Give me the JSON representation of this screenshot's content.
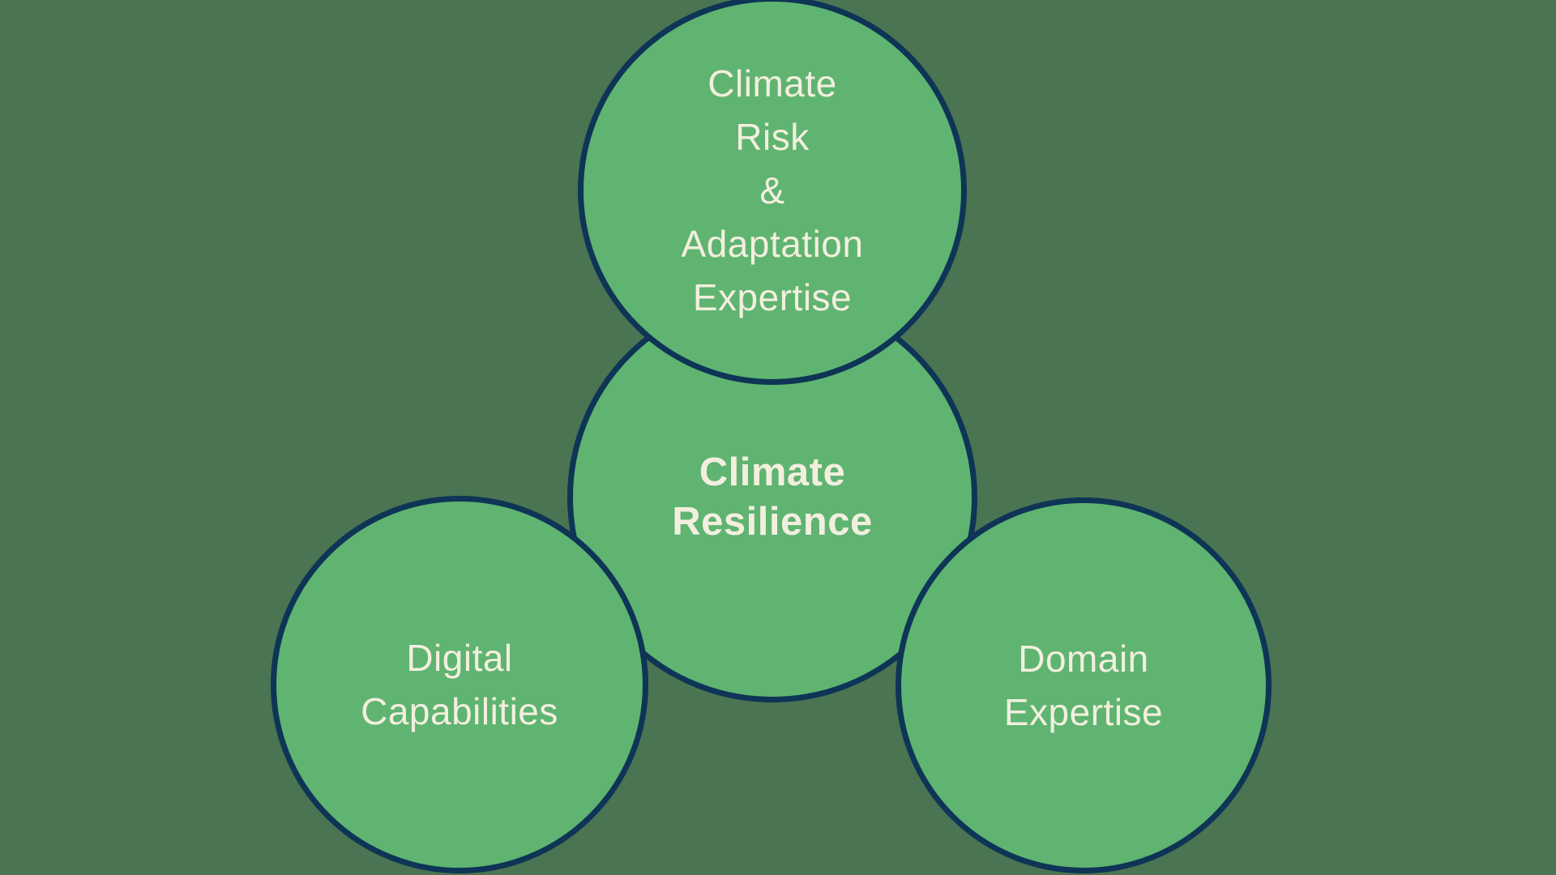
{
  "colors": {
    "background": "#4A7452",
    "circle_fill": "#5FB471",
    "circle_border": "#0E3456",
    "text": "#F3EFDE"
  },
  "circles": {
    "top": {
      "lines": [
        "Climate",
        "Risk",
        "&",
        "Adaptation",
        "Expertise"
      ]
    },
    "center": {
      "lines": [
        "Climate",
        "Resilience"
      ]
    },
    "bottom_left": {
      "lines": [
        "Digital",
        "Capabilities"
      ]
    },
    "bottom_right": {
      "lines": [
        "Domain",
        "Expertise"
      ]
    }
  }
}
